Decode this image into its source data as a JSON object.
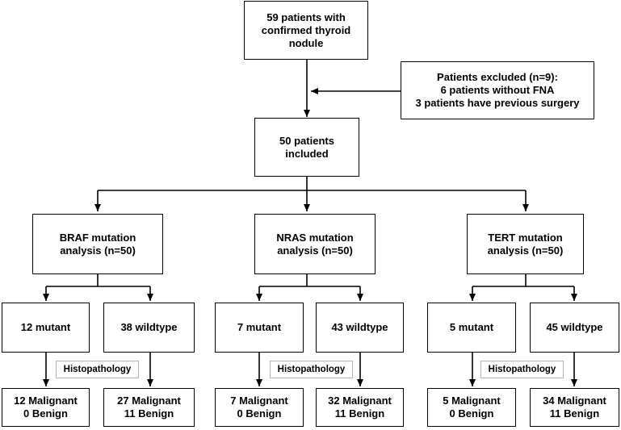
{
  "top": {
    "lines": [
      "59 patients with",
      "confirmed thyroid",
      "nodule"
    ]
  },
  "excluded": {
    "lines": [
      "Patients excluded (n=9):",
      "6 patients without FNA",
      "3 patients have previous surgery"
    ]
  },
  "included": {
    "lines": [
      "50 patients",
      "included"
    ]
  },
  "branches": [
    {
      "analysis": [
        "BRAF mutation",
        "analysis (n=50)"
      ],
      "mutant": "12 mutant",
      "wildtype": "38 wildtype",
      "label": "Histopathology",
      "mutant_outcome": [
        "12 Malignant",
        "0 Benign"
      ],
      "wildtype_outcome": [
        "27 Malignant",
        "11 Benign"
      ]
    },
    {
      "analysis": [
        "NRAS mutation",
        "analysis (n=50)"
      ],
      "mutant": "7 mutant",
      "wildtype": "43 wildtype",
      "label": "Histopathology",
      "mutant_outcome": [
        "7 Malignant",
        "0 Benign"
      ],
      "wildtype_outcome": [
        "32 Malignant",
        "11 Benign"
      ]
    },
    {
      "analysis": [
        "TERT mutation",
        "analysis (n=50)"
      ],
      "mutant": "5 mutant",
      "wildtype": "45 wildtype",
      "label": "Histopathology",
      "mutant_outcome": [
        "5 Malignant",
        "0 Benign"
      ],
      "wildtype_outcome": [
        "34 Malignant",
        "11 Benign"
      ]
    }
  ]
}
